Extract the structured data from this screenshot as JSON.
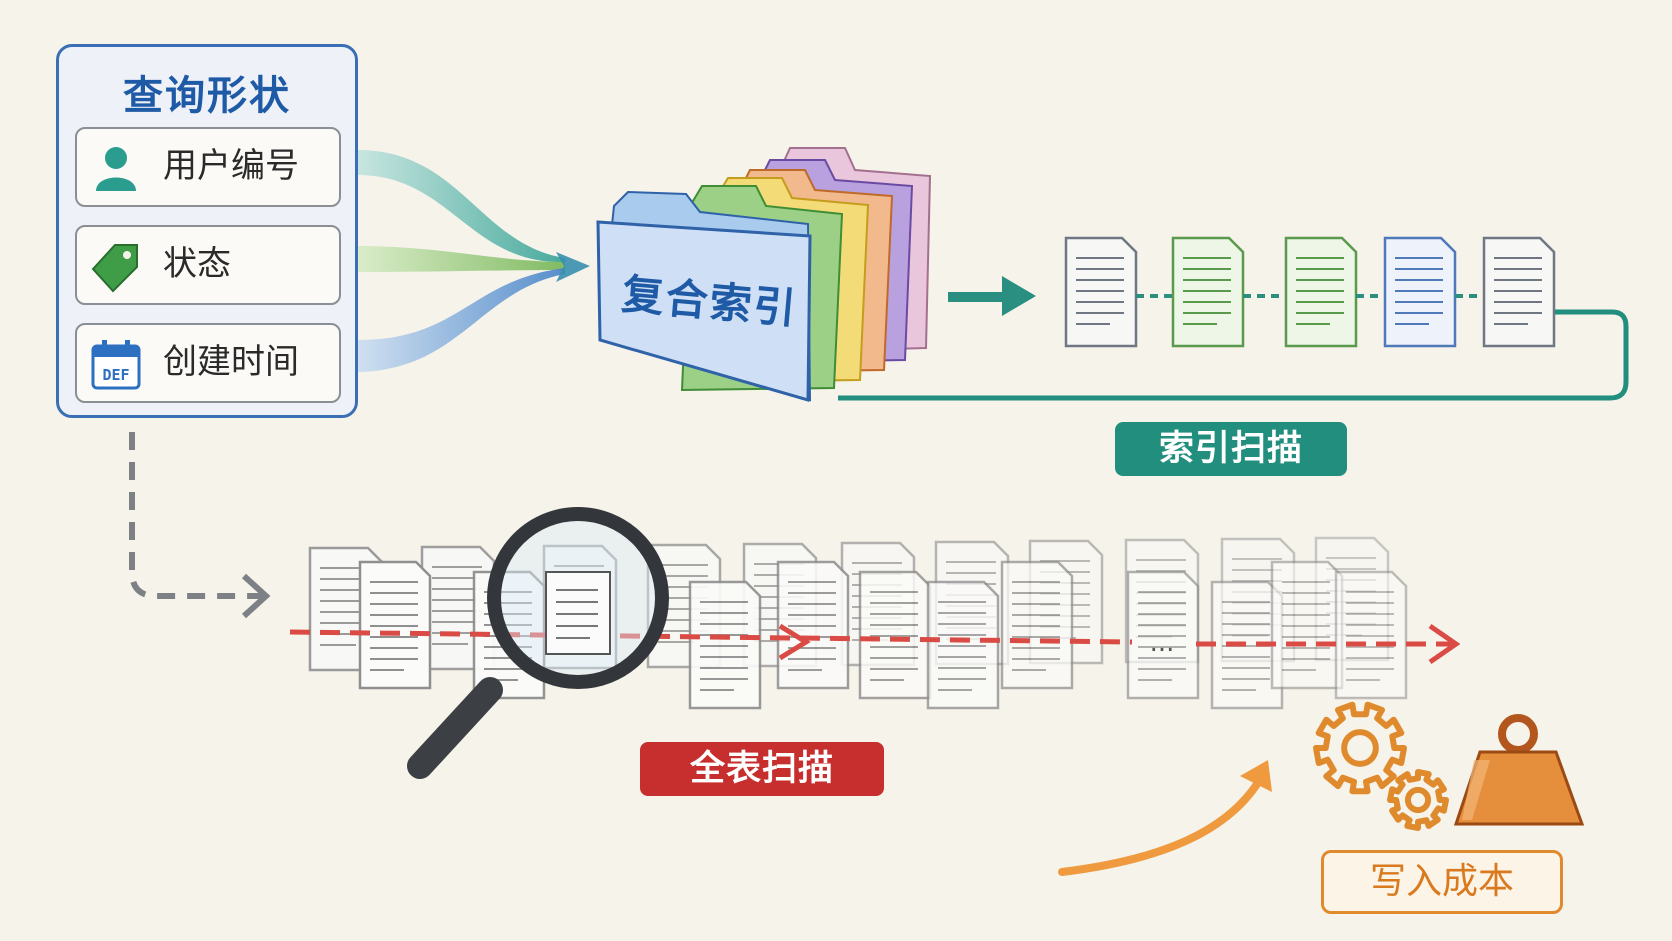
{
  "query_shape": {
    "title": "查询形状",
    "fields": [
      {
        "label": "用户编号",
        "icon": "user-icon"
      },
      {
        "label": "状态",
        "icon": "tag-icon"
      },
      {
        "label": "创建时间",
        "icon": "calendar-icon"
      }
    ]
  },
  "composite_index": {
    "label": "复合索引",
    "tab_colors": [
      "#5b9bd6",
      "#4cae4f",
      "#e9c23a",
      "#e3853a",
      "#8a5cc4",
      "#d79ac0"
    ]
  },
  "index_scan": {
    "label": "索引扫描",
    "color": "#218e7e",
    "page_colors": [
      "#6f7782",
      "#5a9a4c",
      "#5a9a4c",
      "#4f79b8",
      "#6f7782"
    ]
  },
  "full_scan": {
    "label": "全表扫描",
    "color": "#c62f2d",
    "ellipsis": "..."
  },
  "write_cost": {
    "label": "写入成本",
    "color": "#e08a2e",
    "icons": [
      "gears-icon",
      "weight-icon"
    ]
  },
  "calendar_icon_text": "DEF"
}
